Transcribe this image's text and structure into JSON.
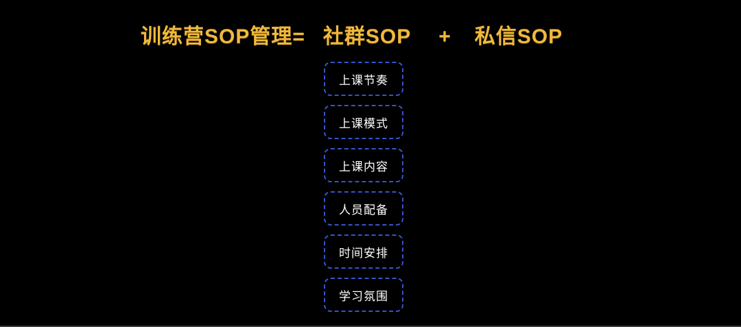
{
  "colors": {
    "background": "#000000",
    "title": "#f0b93c",
    "box_border": "#3355cc",
    "box_text": "#ffffff"
  },
  "title": {
    "left": "训练营SOP管理=",
    "middle": "社群SOP",
    "plus": "+",
    "right": "私信SOP"
  },
  "sop_boxes": [
    {
      "label": "上课节奏"
    },
    {
      "label": "上课模式"
    },
    {
      "label": "上课内容"
    },
    {
      "label": "人员配备"
    },
    {
      "label": "时间安排"
    },
    {
      "label": "学习氛围"
    }
  ]
}
